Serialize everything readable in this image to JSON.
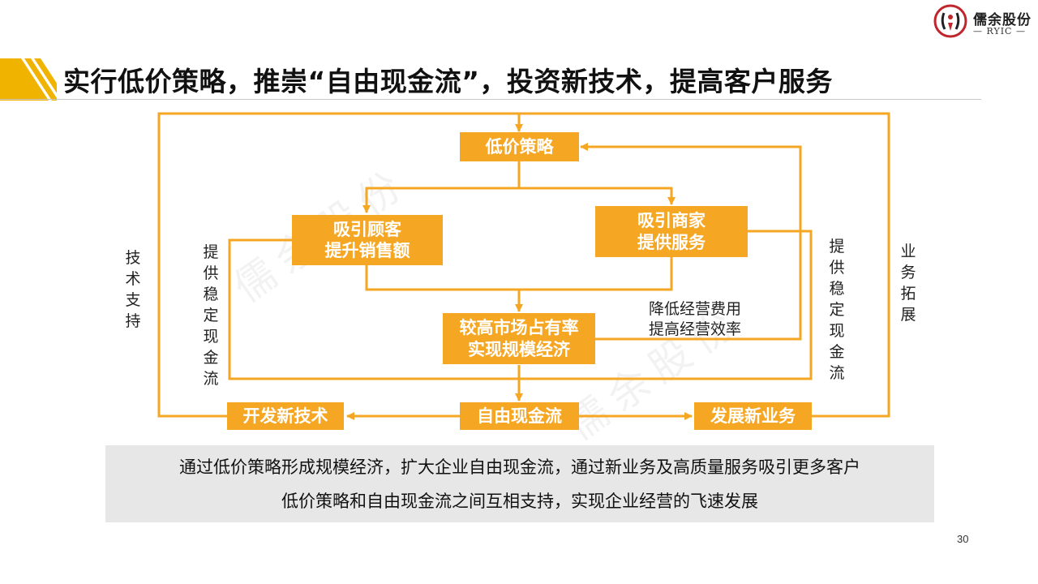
{
  "logo": {
    "name": "儒余股份",
    "sub": "— RYIC —"
  },
  "title": "实行低价策略，推崇“自由现金流”，投资新技术，提高客户服务",
  "watermark": "儒余股份",
  "nodes": {
    "low_price": {
      "line1": "低价策略"
    },
    "attract_customers": {
      "line1": "吸引顾客",
      "line2": "提升销售额"
    },
    "attract_merchants": {
      "line1": "吸引商家",
      "line2": "提供服务"
    },
    "market_share": {
      "line1": "较高市场占有率",
      "line2": "实现规模经济"
    },
    "free_cash_flow": {
      "line1": "自由现金流"
    },
    "new_tech": {
      "line1": "开发新技术"
    },
    "new_business": {
      "line1": "发展新业务"
    }
  },
  "labels": {
    "tech_support": "技术支持",
    "stable_cash_left": "提供稳定现金流",
    "stable_cash_right": "提供稳定现金流",
    "business_expand": "业务拓展",
    "cost_line1": "降低经营费用",
    "cost_line2": "提高经营效率"
  },
  "summary": {
    "line1": "通过低价策略形成规模经济，扩大企业自由现金流，通过新业务及高质量服务吸引更多客户",
    "line2": "低价策略和自由现金流之间互相支持，实现企业经营的飞速发展"
  },
  "page_number": "30",
  "colors": {
    "accent": "#f5a623",
    "title_bar": "#f0b400",
    "logo_red": "#c0272d"
  }
}
